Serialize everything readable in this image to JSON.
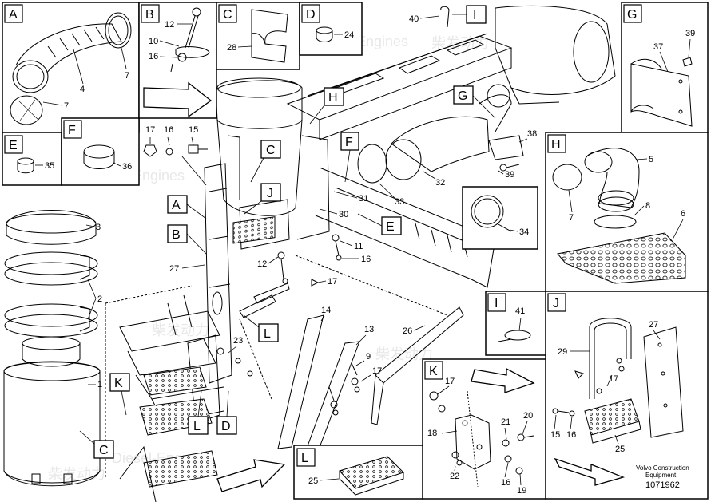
{
  "callouts": {
    "A": "A",
    "B": "B",
    "C": "C",
    "D": "D",
    "E": "E",
    "F": "F",
    "G": "G",
    "H": "H",
    "I": "I",
    "J": "J",
    "K": "K",
    "L": "L"
  },
  "parts": {
    "p1": "1",
    "p2": "2",
    "p3": "3",
    "p4": "4",
    "p5": "5",
    "p6": "6",
    "p7": "7",
    "p8": "8",
    "p9": "9",
    "p10": "10",
    "p11": "11",
    "p12": "12",
    "p13": "13",
    "p14": "14",
    "p15": "15",
    "p16": "16",
    "p17": "17",
    "p18": "18",
    "p19": "19",
    "p20": "20",
    "p21": "21",
    "p22": "22",
    "p23": "23",
    "p24": "24",
    "p25": "25",
    "p26": "26",
    "p27": "27",
    "p28": "28",
    "p29": "29",
    "p30": "30",
    "p31": "31",
    "p32": "32",
    "p33": "33",
    "p34": "34",
    "p35": "35",
    "p36": "36",
    "p37": "37",
    "p38": "38",
    "p39": "39",
    "p40": "40",
    "p41": "41"
  },
  "caption": {
    "line1": "Volvo Construction",
    "line2": "Equipment",
    "number": "1071962"
  },
  "watermark": {
    "cn": "柴发动力",
    "en": "Diesel-Engines"
  }
}
